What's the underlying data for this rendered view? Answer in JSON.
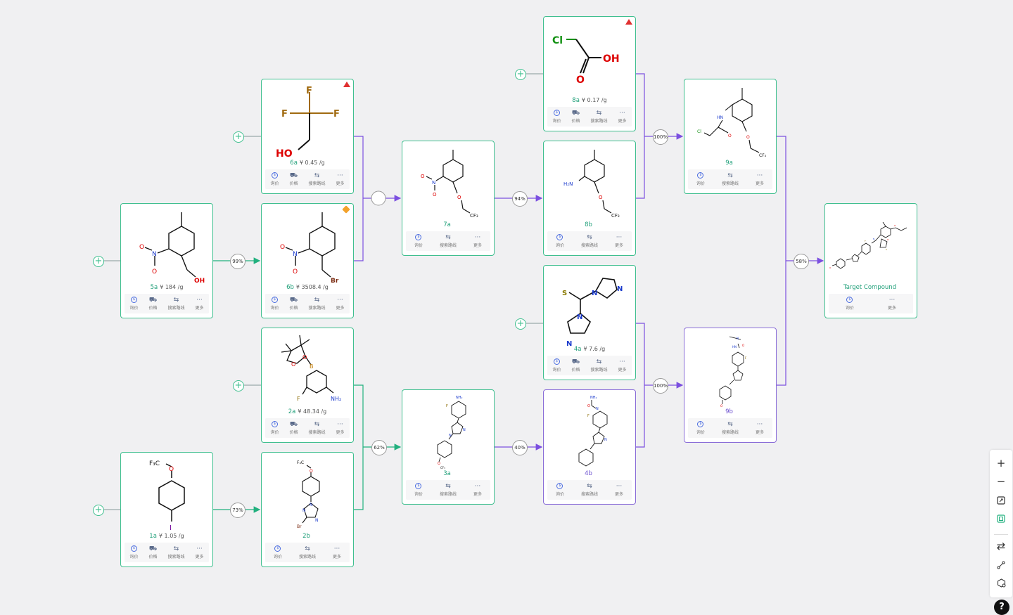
{
  "actions": {
    "inquiry": "询价",
    "price": "价格",
    "search_route": "搜索路线",
    "more": "更多"
  },
  "compounds": {
    "c5a": {
      "id": "5a",
      "price": "¥ 184 /g"
    },
    "c6a": {
      "id": "6a",
      "price": "¥ 0.45 /g"
    },
    "c6b": {
      "id": "6b",
      "price": "¥ 3508.4 /g"
    },
    "c2a": {
      "id": "2a",
      "price": "¥ 48.34 /g"
    },
    "c1a": {
      "id": "1a",
      "price": "¥ 1.05 /g"
    },
    "c2b": {
      "id": "2b",
      "price": ""
    },
    "c7a": {
      "id": "7a",
      "price": ""
    },
    "c3a": {
      "id": "3a",
      "price": ""
    },
    "c8a": {
      "id": "8a",
      "price": "¥ 0.17 /g"
    },
    "c8b": {
      "id": "8b",
      "price": ""
    },
    "c4a": {
      "id": "4a",
      "price": "¥ 7.6 /g"
    },
    "c4b": {
      "id": "4b",
      "price": ""
    },
    "c9a": {
      "id": "9a",
      "price": ""
    },
    "c9b": {
      "id": "9b",
      "price": ""
    },
    "target": {
      "id": "Target Compound",
      "price": ""
    }
  },
  "yields": {
    "r5a_6b": "99%",
    "r1a_2b": "73%",
    "r2_3a": "62%",
    "r7a_8b": "94%",
    "r3a_4b": "40%",
    "r8_9a": "100%",
    "r4_9b": "100%",
    "r9_target": "58%"
  },
  "atoms": {
    "F": "F",
    "HO": "HO",
    "OH": "OH",
    "O": "O",
    "N": "N",
    "Br": "Br",
    "Cl": "Cl",
    "I": "I",
    "S": "S",
    "B": "B",
    "NH2": "NH₂",
    "H2N": "H₂N",
    "HN": "HN",
    "CF3": "CF₃",
    "F3C": "F₃C"
  },
  "colors": {
    "green_border": "#3fbf8f",
    "purple_border": "#8a6dd8",
    "green_arrow": "#21b07e",
    "purple_arrow": "#7b4fe0"
  },
  "toolbar": {
    "zoom_in": "+",
    "zoom_out": "−",
    "help": "?"
  }
}
